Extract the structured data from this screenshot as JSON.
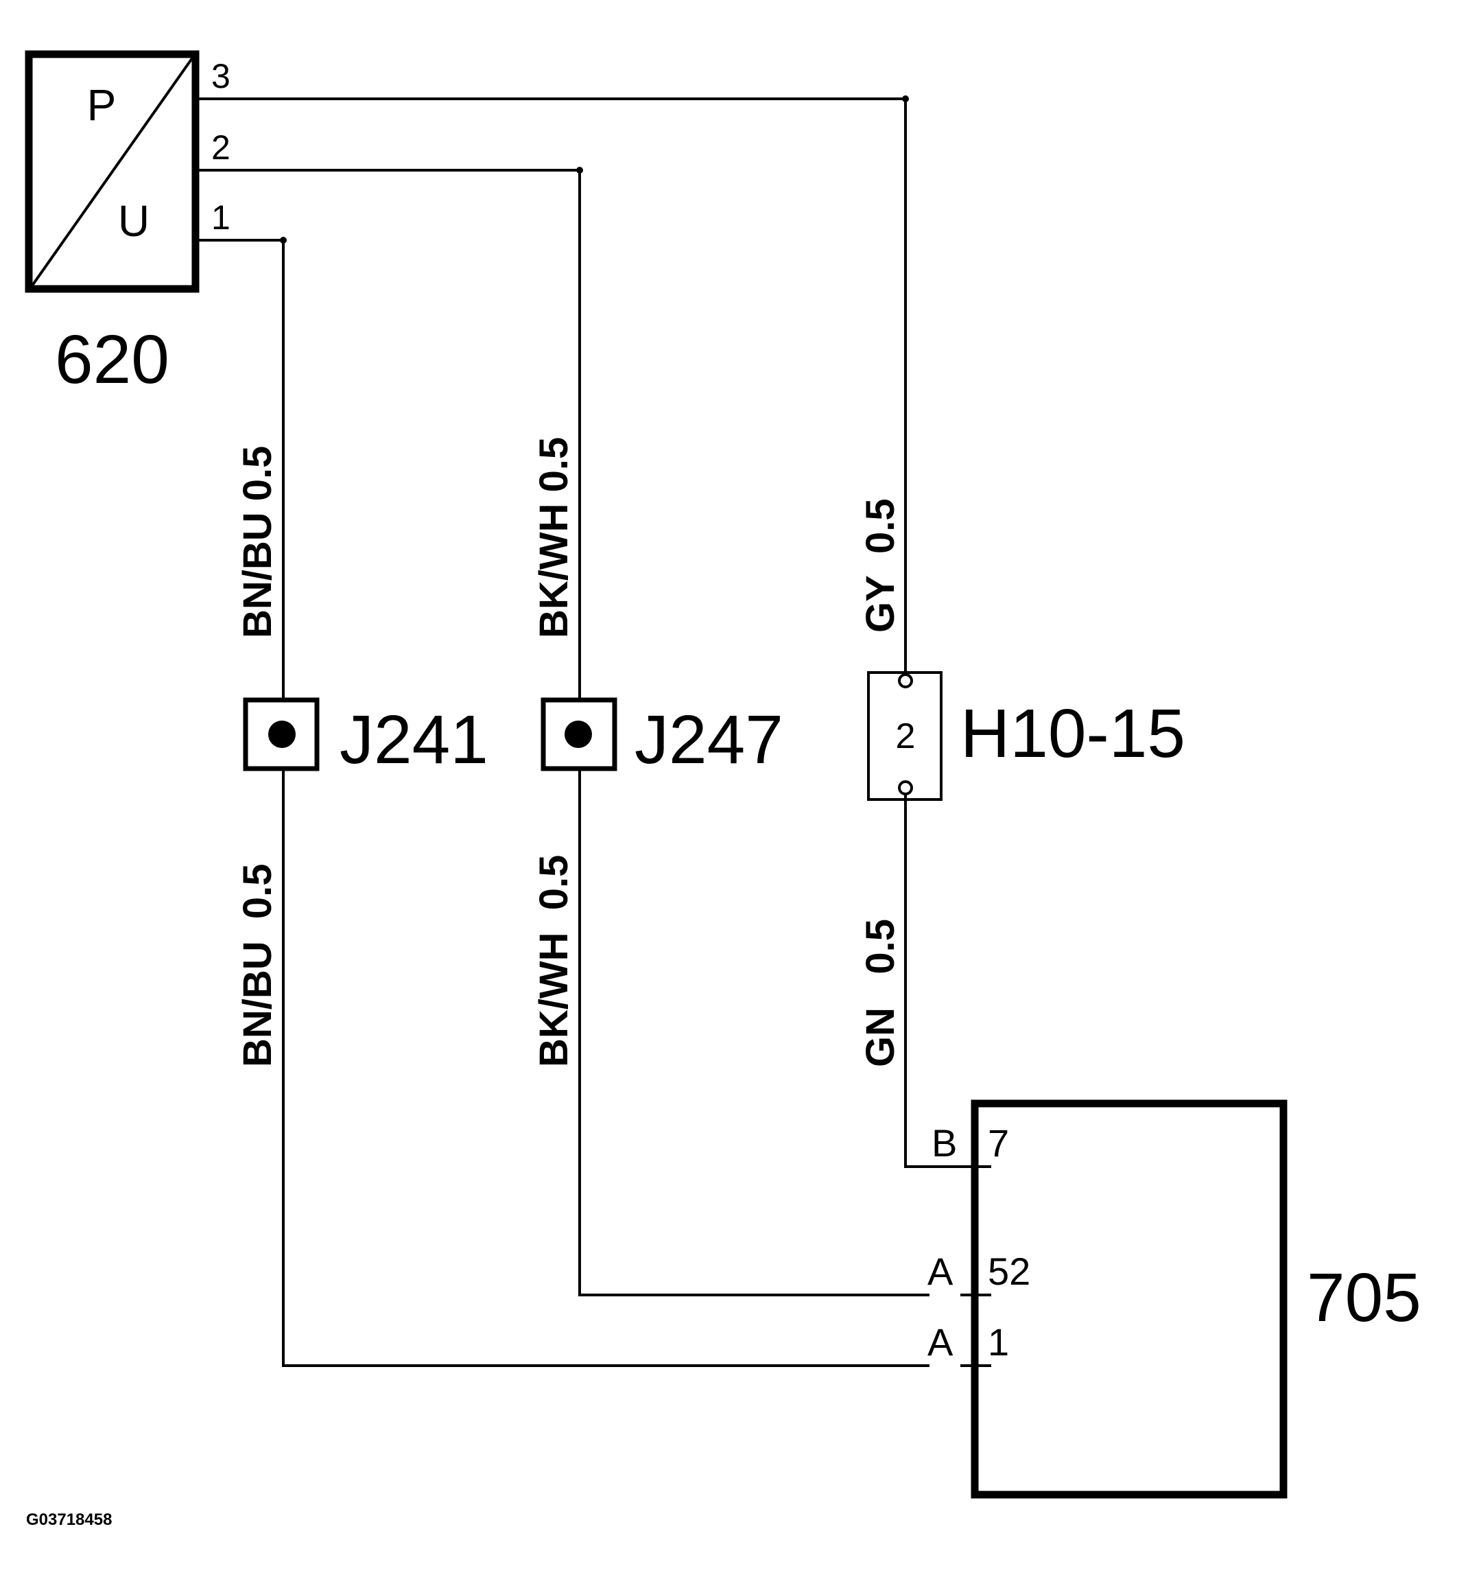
{
  "sensor": {
    "id": "620",
    "top_letter": "P",
    "bottom_letter": "U",
    "pins": [
      "3",
      "2",
      "1"
    ]
  },
  "splices": [
    {
      "id": "J241"
    },
    {
      "id": "J247"
    }
  ],
  "connector": {
    "id": "H10-15",
    "pin": "2"
  },
  "wires": {
    "bnbu_upper": "BN/BU 0.5",
    "bkwh_upper": "BK/WH 0.5",
    "gy_upper": "GY  0.5",
    "bnbu_lower": "BN/BU  0.5",
    "bkwh_lower": "BK/WH  0.5",
    "gn_lower": "GN   0.5"
  },
  "module": {
    "id": "705",
    "pins": [
      {
        "connector": "B",
        "pin": "7"
      },
      {
        "connector": "A",
        "pin": "52"
      },
      {
        "connector": "A",
        "pin": "1"
      }
    ]
  },
  "figure_code": "G03718458"
}
